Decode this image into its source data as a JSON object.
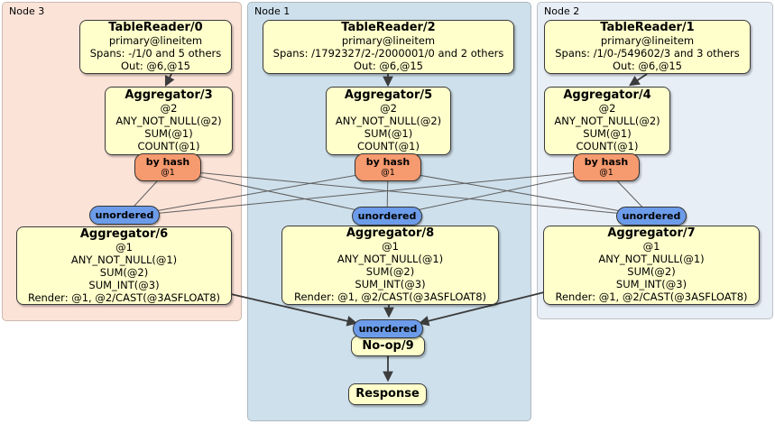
{
  "regions": [
    {
      "label": "Node 3"
    },
    {
      "label": "Node 1"
    },
    {
      "label": "Node 2"
    }
  ],
  "router": {
    "label": "by hash",
    "hash_key": "@1"
  },
  "stream_label": "unordered",
  "processors": {
    "tr0": {
      "title": "TableReader/0",
      "lines": [
        "primary@lineitem",
        "Spans: -/1/0 and 5 others",
        "Out: @6,@15"
      ]
    },
    "tr2": {
      "title": "TableReader/2",
      "lines": [
        "primary@lineitem",
        "Spans: /1792327/2-/2000001/0 and 2 others",
        "Out: @6,@15"
      ]
    },
    "tr1": {
      "title": "TableReader/1",
      "lines": [
        "primary@lineitem",
        "Spans: /1/0-/549602/3 and 3 others",
        "Out: @6,@15"
      ]
    },
    "agg3": {
      "title": "Aggregator/3",
      "lines": [
        "@2",
        "ANY_NOT_NULL(@2)",
        "SUM(@1)",
        "COUNT(@1)"
      ]
    },
    "agg5": {
      "title": "Aggregator/5",
      "lines": [
        "@2",
        "ANY_NOT_NULL(@2)",
        "SUM(@1)",
        "COUNT(@1)"
      ]
    },
    "agg4": {
      "title": "Aggregator/4",
      "lines": [
        "@2",
        "ANY_NOT_NULL(@2)",
        "SUM(@1)",
        "COUNT(@1)"
      ]
    },
    "agg6": {
      "title": "Aggregator/6",
      "lines": [
        "@1",
        "ANY_NOT_NULL(@1)",
        "SUM(@2)",
        "SUM_INT(@3)",
        "Render: @1, @2/CAST(@3ASFLOAT8)"
      ]
    },
    "agg8": {
      "title": "Aggregator/8",
      "lines": [
        "@1",
        "ANY_NOT_NULL(@1)",
        "SUM(@2)",
        "SUM_INT(@3)",
        "Render: @1, @2/CAST(@3ASFLOAT8)"
      ]
    },
    "agg7": {
      "title": "Aggregator/7",
      "lines": [
        "@1",
        "ANY_NOT_NULL(@1)",
        "SUM(@2)",
        "SUM_INT(@3)",
        "Render: @1, @2/CAST(@3ASFLOAT8)"
      ]
    },
    "noop": {
      "title": "No-op/9"
    },
    "response": {
      "title": "Response"
    }
  },
  "colors": {
    "node3_region": "#fce3d8",
    "node1_region": "#cee0eb",
    "node2_region": "#e8eef6",
    "processor_fill": "#ffffcc",
    "router_fill": "#f69a6f",
    "stream_fill": "#6c9ce9",
    "edge": "#3c3c3c"
  }
}
